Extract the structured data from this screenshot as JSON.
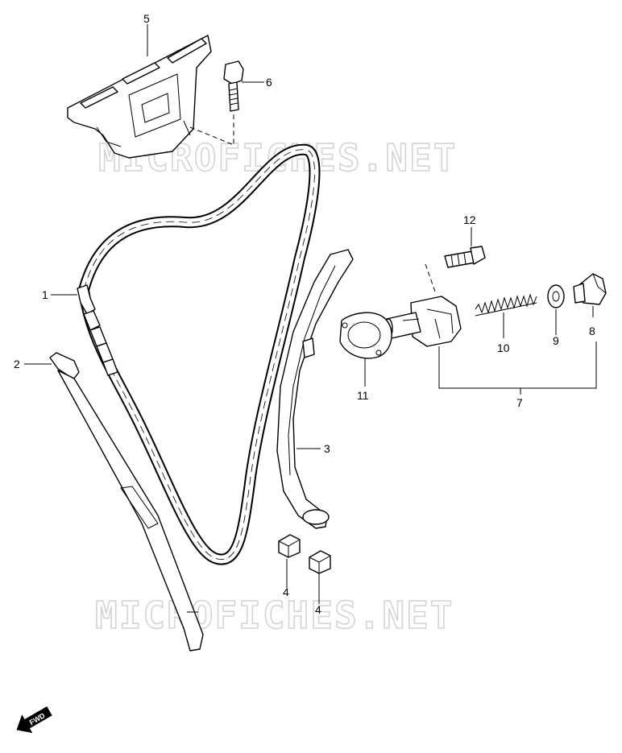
{
  "watermark": "MICROFICHES.NET",
  "fwd_label": "FWD",
  "parts": [
    {
      "id": "p1",
      "label": "1"
    },
    {
      "id": "p2",
      "label": "2"
    },
    {
      "id": "p3",
      "label": "3"
    },
    {
      "id": "p4a",
      "label": "4"
    },
    {
      "id": "p4b",
      "label": "4"
    },
    {
      "id": "p5",
      "label": "5"
    },
    {
      "id": "p6",
      "label": "6"
    },
    {
      "id": "p7",
      "label": "7"
    },
    {
      "id": "p8",
      "label": "8"
    },
    {
      "id": "p9",
      "label": "9"
    },
    {
      "id": "p10",
      "label": "10"
    },
    {
      "id": "p11",
      "label": "11"
    },
    {
      "id": "p12",
      "label": "12"
    }
  ]
}
